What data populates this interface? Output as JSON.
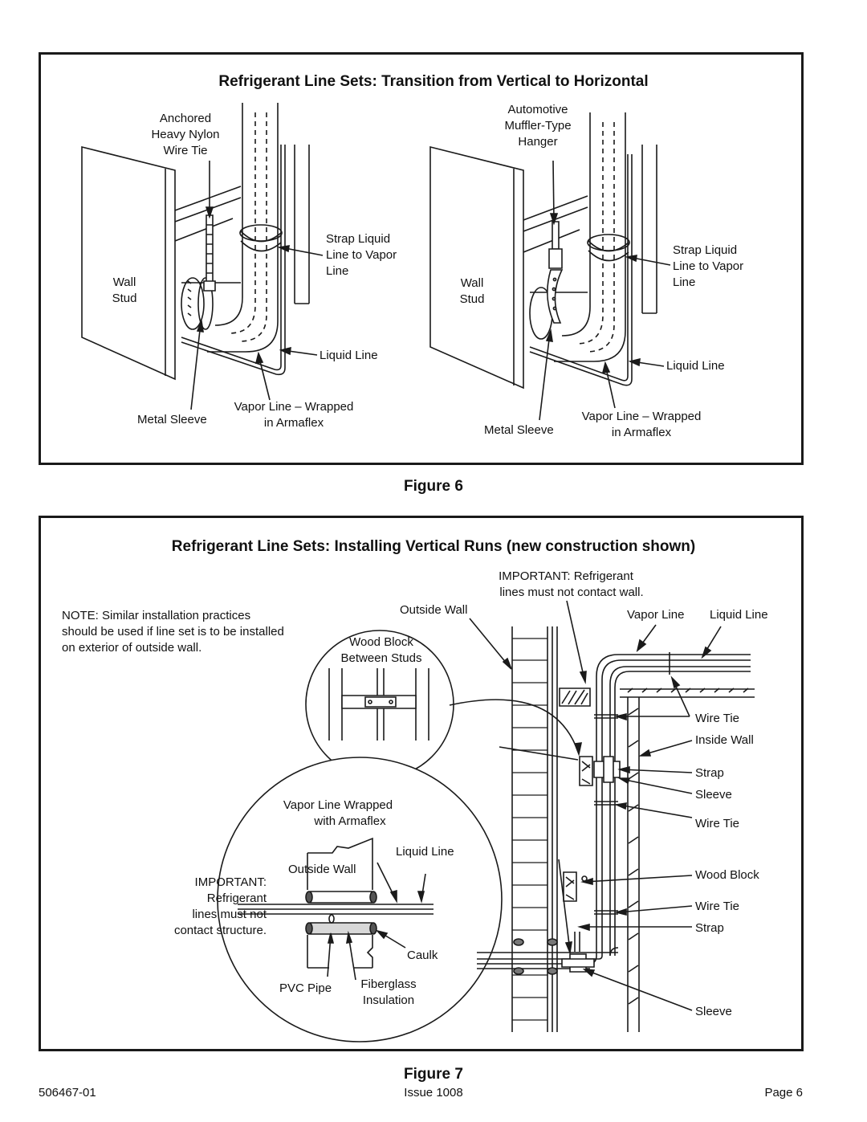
{
  "figure6": {
    "title": "Refrigerant Line Sets: Transition from Vertical to Horizontal",
    "caption": "Figure 6",
    "left": {
      "anchored": "Anchored",
      "heavy_nylon": "Heavy Nylon",
      "wire_tie": "Wire Tie",
      "strap_liquid": "Strap Liquid",
      "line_to_vapor": "Line to Vapor",
      "line": "Line",
      "wall": "Wall",
      "stud": "Stud",
      "liquid_line": "Liquid Line",
      "vapor_wrapped": "Vapor Line – Wrapped",
      "in_armaflex": "in Armaflex",
      "metal_sleeve": "Metal Sleeve"
    },
    "right": {
      "automotive": "Automotive",
      "muffler_type": "Muffler-Type",
      "hanger": "Hanger",
      "strap_liquid": "Strap Liquid",
      "line_to_vapor": "Line to Vapor",
      "line": "Line",
      "wall": "Wall",
      "stud": "Stud",
      "liquid_line": "Liquid Line",
      "vapor_wrapped": "Vapor Line – Wrapped",
      "in_armaflex": "in Armaflex",
      "metal_sleeve": "Metal Sleeve"
    }
  },
  "figure7": {
    "title": "Refrigerant Line Sets: Installing Vertical Runs (new construction shown)",
    "caption": "Figure 7",
    "note": "NOTE: Similar installation practices should be used if line set is to be installed on exterior of outside wall.",
    "important_top_1": "IMPORTANT: Refrigerant",
    "important_top_2": "lines must not contact wall.",
    "outside_wall": "Outside Wall",
    "vapor_line": "Vapor Line",
    "liquid_line": "Liquid Line",
    "wood_block": "Wood Block",
    "between_studs": "Between Studs",
    "wire_tie_1": "Wire Tie",
    "inside_wall": "Inside Wall",
    "strap_1": "Strap",
    "sleeve_1": "Sleeve",
    "wire_tie_2": "Wire Tie",
    "wood_block_right": "Wood Block",
    "wire_tie_3": "Wire Tie",
    "strap_2": "Strap",
    "sleeve_2": "Sleeve",
    "detail": {
      "vapor_wrapped": "Vapor Line Wrapped",
      "with_armaflex": "with Armaflex",
      "liquid_line": "Liquid Line",
      "outside_wall": "Outside Wall",
      "important_1": "IMPORTANT:",
      "important_2": "Refrigerant",
      "important_3": "lines must not",
      "important_4": "contact structure.",
      "caulk": "Caulk",
      "pvc_pipe": "PVC Pipe",
      "fiberglass": "Fiberglass",
      "insulation": "Insulation"
    }
  },
  "footer": {
    "doc_number": "506467-01",
    "issue": "Issue 1008",
    "page": "Page 6"
  }
}
